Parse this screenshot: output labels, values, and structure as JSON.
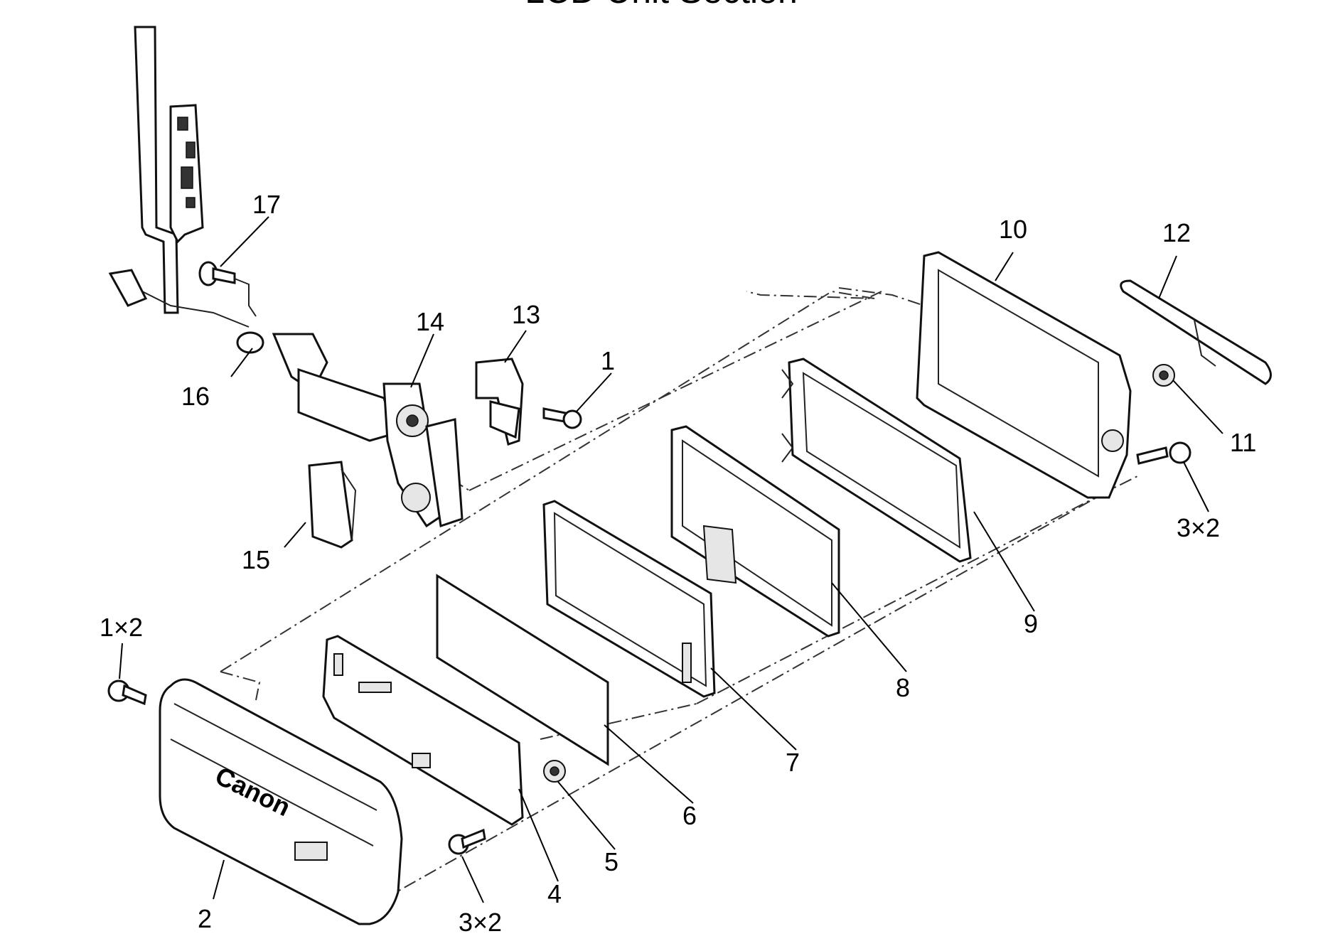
{
  "title": "LCD Unit Section",
  "callouts": [
    {
      "id": "c1",
      "label": "1"
    },
    {
      "id": "c1x2",
      "label": "1×2"
    },
    {
      "id": "c2",
      "label": "2"
    },
    {
      "id": "c3x2a",
      "label": "3×2"
    },
    {
      "id": "c3x2b",
      "label": "3×2"
    },
    {
      "id": "c4",
      "label": "4"
    },
    {
      "id": "c5",
      "label": "5"
    },
    {
      "id": "c6",
      "label": "6"
    },
    {
      "id": "c7",
      "label": "7"
    },
    {
      "id": "c8",
      "label": "8"
    },
    {
      "id": "c9",
      "label": "9"
    },
    {
      "id": "c10",
      "label": "10"
    },
    {
      "id": "c11",
      "label": "11"
    },
    {
      "id": "c12",
      "label": "12"
    },
    {
      "id": "c13",
      "label": "13"
    },
    {
      "id": "c14",
      "label": "14"
    },
    {
      "id": "c15",
      "label": "15"
    },
    {
      "id": "c16",
      "label": "16"
    },
    {
      "id": "c17",
      "label": "17"
    }
  ],
  "brand_logo": "Canon"
}
